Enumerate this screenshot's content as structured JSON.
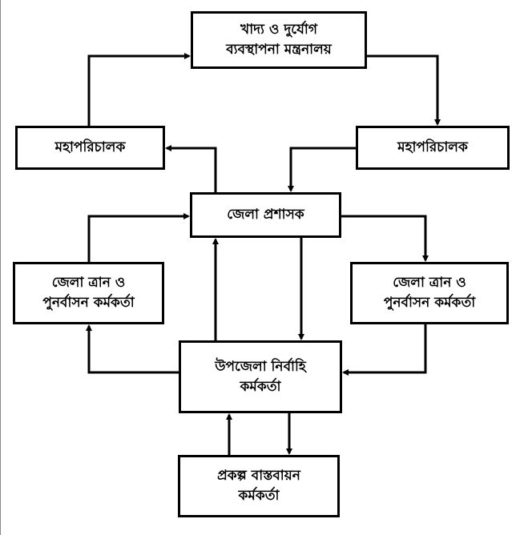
{
  "nodes": {
    "ministry": {
      "line1": "খাদ্য ও দুর্যোগ",
      "line2": "ব্যবস্থাপনা মন্ত্রনালয়"
    },
    "dg_left": {
      "line1": "মহাপরিচালক"
    },
    "dg_right": {
      "line1": "মহাপরিচালক"
    },
    "dc": {
      "line1": "জেলা প্রশাসক"
    },
    "drro_left": {
      "line1": "জেলা ত্রান ও",
      "line2": "পুনর্বাসন কর্মকর্তা"
    },
    "drro_right": {
      "line1": "জেলা ত্রান ও",
      "line2": "পুনর্বাসন কর্মকর্তা"
    },
    "uno": {
      "line1": "উপজেলা নির্বাহি",
      "line2": "কর্মকর্তা"
    },
    "pio": {
      "line1": "প্রকল্প বাস্তবায়ন",
      "line2": "কর্মকর্তা"
    }
  }
}
